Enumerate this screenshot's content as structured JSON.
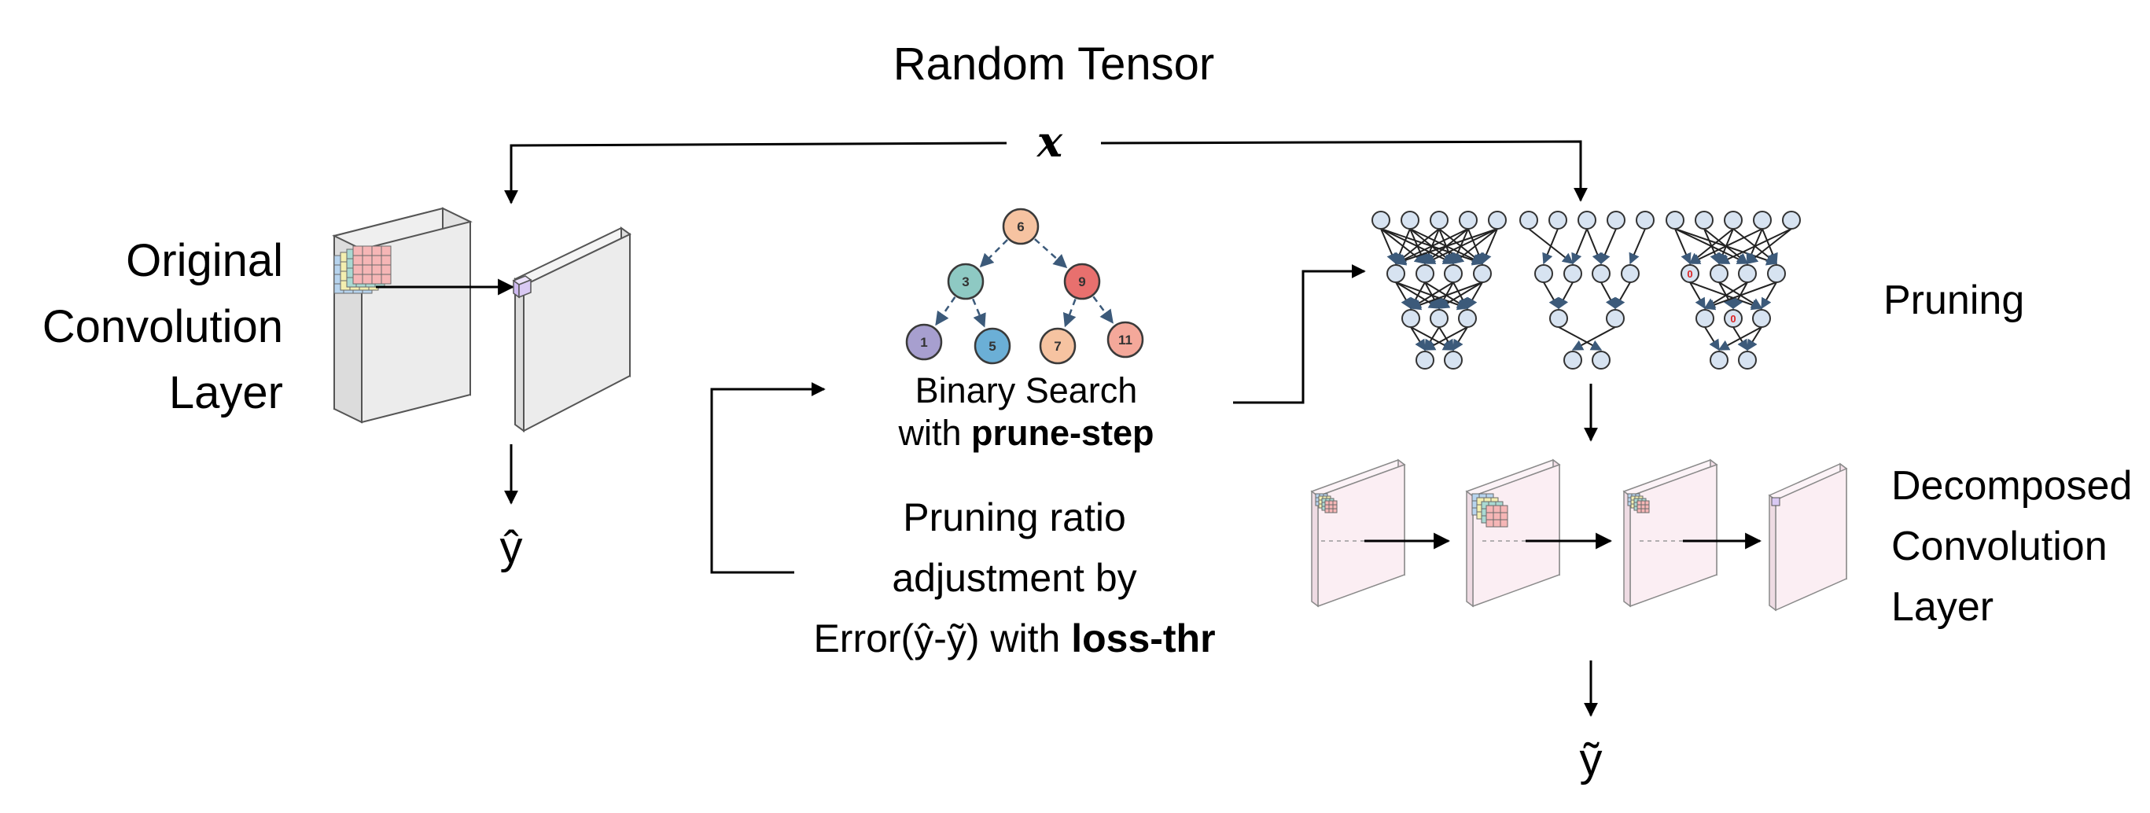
{
  "title": "Random Tensor",
  "input_var": "x",
  "original": {
    "line1": "Original",
    "line2": "Convolution",
    "line3": "Layer",
    "output": "ŷ"
  },
  "tree": {
    "nodes": [
      "6",
      "3",
      "9",
      "1",
      "5",
      "7",
      "11"
    ]
  },
  "search": {
    "line1": "Binary Search",
    "line2_prefix": "with ",
    "line2_bold": "prune-step"
  },
  "adjust": {
    "line1": "Pruning ratio",
    "line2": "adjustment by",
    "line3_prefix": "Error(ŷ-ỹ) with ",
    "line3_bold": "loss-thr"
  },
  "pruning": {
    "label": "Pruning",
    "pruned_marker": "0"
  },
  "decomposed": {
    "line1": "Decomposed",
    "line2": "Convolution",
    "line3": "Layer",
    "output": "ỹ"
  },
  "colors": {
    "tree_nodes": [
      "#f6c3a1",
      "#8ec9c3",
      "#e8706e",
      "#a79fcf",
      "#6bafd6",
      "#f6c3a1",
      "#f4a89a"
    ],
    "network_node": "#d7e3f1",
    "kernel_red": "#f6b6b6",
    "kernel_teal": "#a9d9d2",
    "kernel_yellow": "#f3eeb0",
    "kernel_blue": "#b7d4ee",
    "output_pixel": "#d9c9f3",
    "slab_pink": "#fbeef3"
  }
}
